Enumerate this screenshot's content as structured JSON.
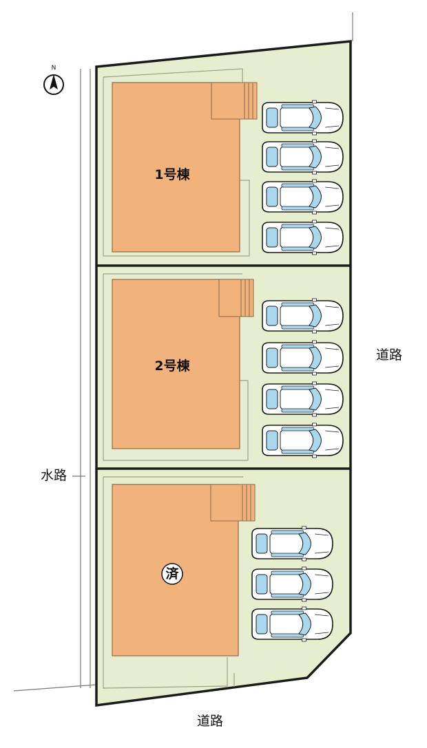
{
  "compass": {
    "letter": "N"
  },
  "labels": {
    "road_east": "道路",
    "road_south": "道路",
    "waterway": "水路"
  },
  "lots": [
    {
      "id": 1,
      "label": "1号棟",
      "parking_count": 4
    },
    {
      "id": 2,
      "label": "2号棟",
      "parking_count": 4
    },
    {
      "id": 3,
      "label": "済",
      "parking_count": 3
    }
  ],
  "colors": {
    "lot_fill": "#e6eecf",
    "house_fill": "#f2b27b",
    "house_stroke": "#8a6a4a",
    "car_body": "#ffffff",
    "car_glass": "#a9d8ee",
    "outline": "#1a1a1a"
  }
}
